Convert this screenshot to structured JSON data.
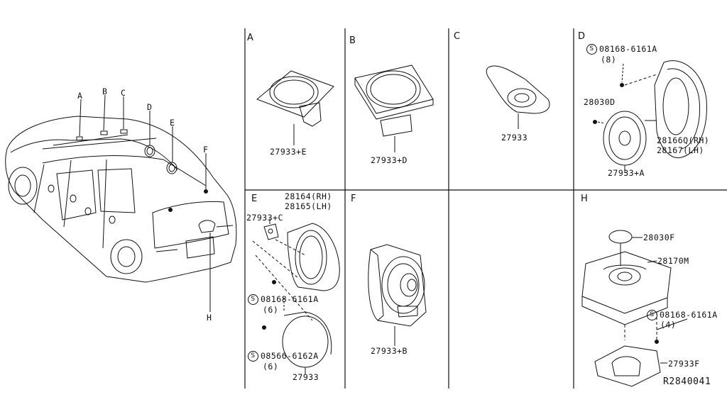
{
  "car_callouts": {
    "a": "A",
    "b": "B",
    "c": "C",
    "d": "D",
    "e": "E",
    "f": "F",
    "h": "H"
  },
  "sections": {
    "a": "A",
    "b": "B",
    "c": "C",
    "d": "D",
    "e": "E",
    "f": "F",
    "h": "H"
  },
  "parts": {
    "a_speaker": "27933+E",
    "b_speaker": "27933+D",
    "c_speaker": "27933",
    "d_screw": "08168-6161A",
    "d_screw_qty": "(8)",
    "d_clip": "28030D",
    "d_bracket_rh": "28166Q(RH)",
    "d_bracket_lh": "28167(LH)",
    "d_speaker": "27933+A",
    "e_bracket_rh": "28164(RH)",
    "e_bracket_lh": "28165(LH)",
    "e_tweeter": "27933+C",
    "e_screw": "08168-6161A",
    "e_screw_qty": "(6)",
    "e_screw2": "08566-6162A",
    "e_screw2_qty": "(6)",
    "e_speaker": "27933",
    "f_speaker": "27933+B",
    "h_clip": "28030F",
    "h_amp": "28170M",
    "h_screw": "08168-6161A",
    "h_screw_qty": "(4)",
    "h_bracket": "27933F"
  },
  "symbol_s": "S",
  "drawing_ref": "R2840041"
}
